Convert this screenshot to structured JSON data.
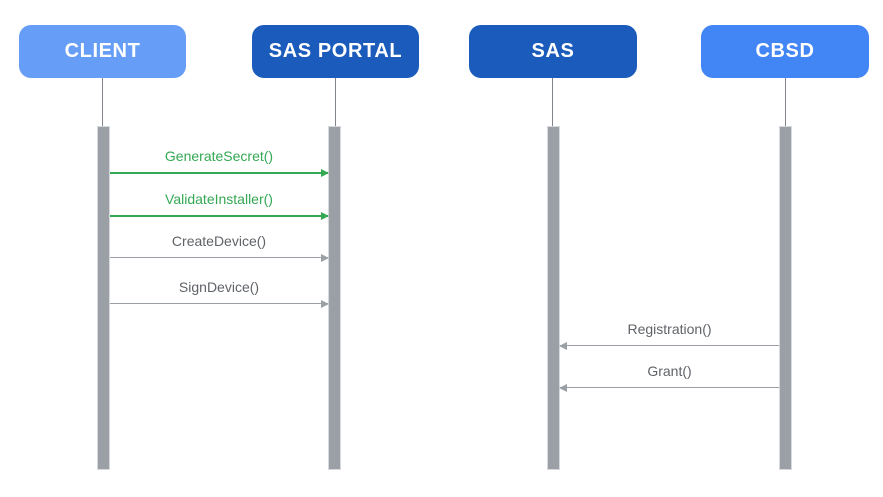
{
  "diagram": {
    "type": "sequence-diagram",
    "background": "#FFFFFF",
    "actors": [
      {
        "label": "CLIENT",
        "color": "#669DF6"
      },
      {
        "label": "SAS PORTAL",
        "color": "#1A5BBC"
      },
      {
        "label": "SAS",
        "color": "#1A5BBC"
      },
      {
        "label": "CBSD",
        "color": "#4285F4"
      }
    ],
    "messages": [
      {
        "label": "GenerateSecret()",
        "from": "CLIENT",
        "to": "SAS PORTAL",
        "direction": "right",
        "text_color": "#34A853",
        "line_color": "#34A853"
      },
      {
        "label": "ValidateInstaller()",
        "from": "CLIENT",
        "to": "SAS PORTAL",
        "direction": "right",
        "text_color": "#34A853",
        "line_color": "#34A853"
      },
      {
        "label": "CreateDevice()",
        "from": "CLIENT",
        "to": "SAS PORTAL",
        "direction": "right",
        "text_color": "#5F6368",
        "line_color": "#9AA0A6"
      },
      {
        "label": "SignDevice()",
        "from": "CLIENT",
        "to": "SAS PORTAL",
        "direction": "right",
        "text_color": "#5F6368",
        "line_color": "#9AA0A6"
      },
      {
        "label": "Registration()",
        "from": "CBSD",
        "to": "SAS",
        "direction": "left",
        "text_color": "#5F6368",
        "line_color": "#9AA0A6"
      },
      {
        "label": "Grant()",
        "from": "CBSD",
        "to": "SAS",
        "direction": "left",
        "text_color": "#5F6368",
        "line_color": "#9AA0A6"
      }
    ],
    "colors": {
      "green_message": "#34A853",
      "gray_message_text": "#5F6368",
      "gray_message_line": "#9AA0A6",
      "activation_bar_fill": "#9AA0A6",
      "activation_bar_border": "#D7DADD",
      "lifeline": "#80868B"
    }
  }
}
